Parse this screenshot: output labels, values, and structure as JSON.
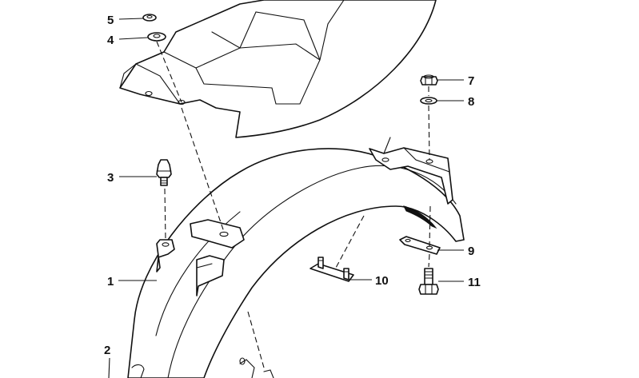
{
  "diagram": {
    "title": "",
    "callouts": [
      {
        "id": "1",
        "label": "1"
      },
      {
        "id": "2",
        "label": "2"
      },
      {
        "id": "3",
        "label": "3"
      },
      {
        "id": "4",
        "label": "4"
      },
      {
        "id": "5",
        "label": "5"
      },
      {
        "id": "7",
        "label": "7"
      },
      {
        "id": "8",
        "label": "8"
      },
      {
        "id": "9",
        "label": "9"
      },
      {
        "id": "10",
        "label": "10"
      },
      {
        "id": "11",
        "label": "11"
      }
    ]
  }
}
